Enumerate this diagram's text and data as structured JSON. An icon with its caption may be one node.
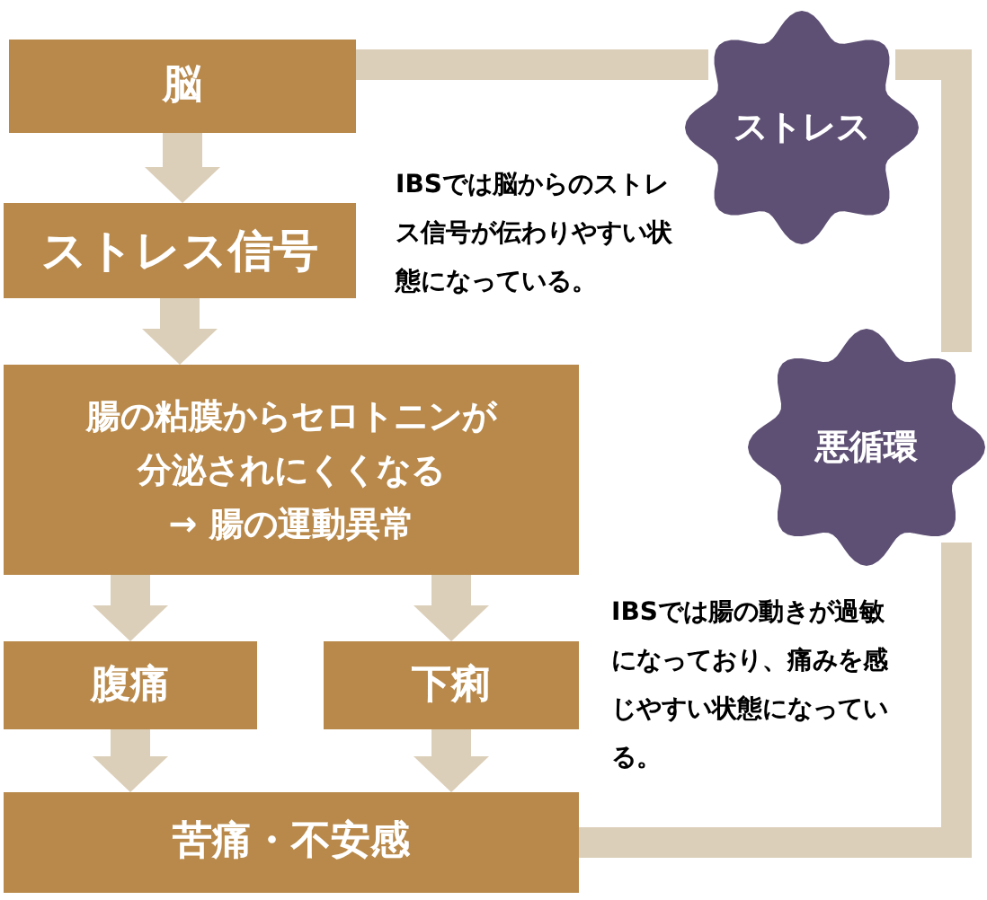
{
  "diagram": {
    "nodes": [
      {
        "text": [
          "脳"
        ]
      },
      {
        "text": [
          "ストレス信号"
        ]
      },
      {
        "text": [
          "腸の粘膜からセロトニンが分泌されにくくなる",
          "→ 腸の運動異常"
        ]
      },
      {
        "text": [
          "腹痛"
        ]
      },
      {
        "text": [
          "下痢"
        ]
      },
      {
        "text": [
          "苦痛・不安感"
        ]
      },
      {
        "text": [
          "ストレス"
        ]
      },
      {
        "text": [
          "悪循環"
        ]
      }
    ],
    "edges": [
      {
        "from": 0,
        "to": 1,
        "arrow": "to"
      },
      {
        "from": 1,
        "to": 2,
        "arrow": "to"
      },
      {
        "from": 2,
        "to": 3,
        "arrow": "to"
      },
      {
        "from": 2,
        "to": 4,
        "arrow": "to"
      },
      {
        "from": 3,
        "to": 5,
        "arrow": "to"
      },
      {
        "from": 4,
        "to": 5,
        "arrow": "to"
      },
      {
        "from": 5,
        "to": 7,
        "arrow": "none"
      },
      {
        "from": 7,
        "to": 6,
        "arrow": "none"
      },
      {
        "from": 6,
        "to": 0,
        "arrow": "none"
      }
    ],
    "labels": [
      "IBSでは脳からのストレス信号が伝わりやすい状態になっている。",
      "IBSでは腸の動きが過敏になっており、痛みを感じやすい状態になっている。"
    ]
  }
}
